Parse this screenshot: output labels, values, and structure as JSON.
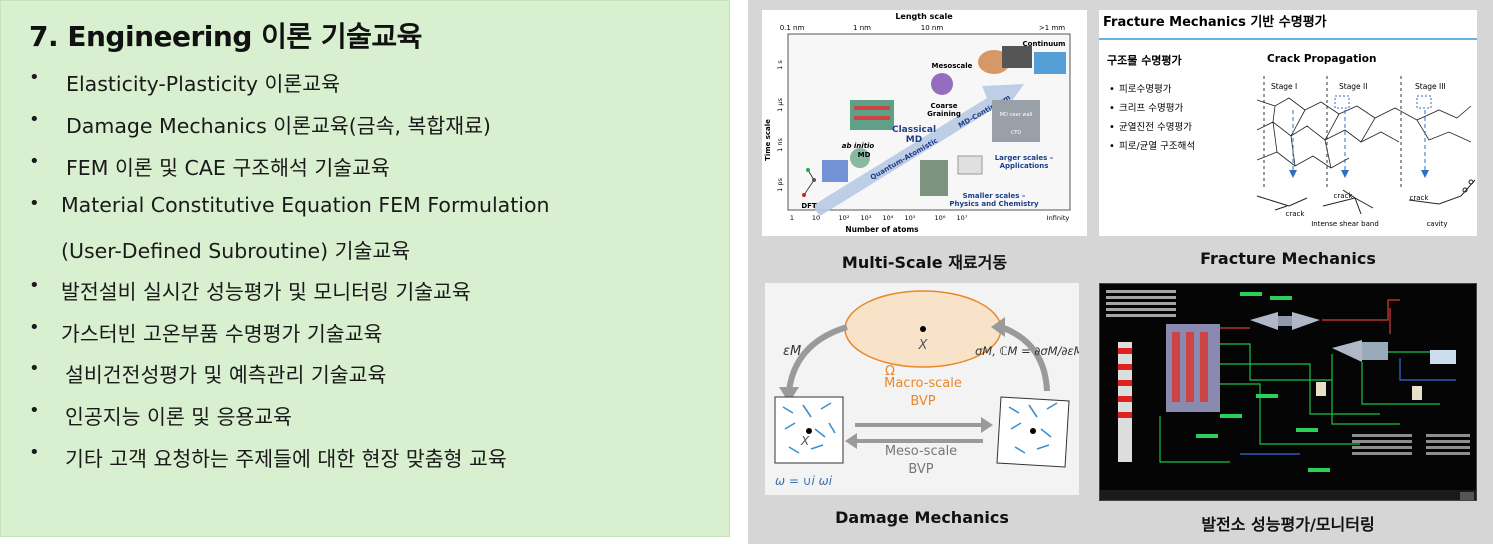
{
  "left": {
    "title": "7. Engineering 이론 기술교육",
    "bullet_symbol": "•",
    "items": [
      "Elasticity-Plasticity 이론교육",
      "Damage Mechanics 이론교육(금속, 복합재료)",
      "FEM 이론 및 CAE 구조해석 기술교육",
      "Material Constitutive Equation FEM Formulation",
      "(User-Defined Subroutine) 기술교육",
      "발전설비 실시간 성능평가 및 모니터링 기술교육",
      "가스터빈 고온부품 수명평가 기술교육",
      "설비건전성평가 및 예측관리 기술교육",
      "인공지능 이론 및 응용교육",
      "기타 고객 요청하는 주제들에 대한 현장 맞춤형 교육"
    ]
  },
  "figures": {
    "multiscale": {
      "caption": "Multi-Scale 재료거동",
      "length_scale_label": "Length scale",
      "length_ticks": [
        "0.1 nm",
        "1 nm",
        "10 nm",
        ">1 mm"
      ],
      "time_scale_label": "Time scale",
      "time_ticks": [
        "1 s",
        "1 μs",
        "1 ns",
        "1 ps"
      ],
      "atoms_label": "Number of atoms",
      "atoms_ticks": [
        "1",
        "10",
        "10²",
        "10³",
        "10⁴",
        "10⁵",
        "10⁶",
        "10⁷",
        "Infinity"
      ],
      "labels": {
        "continuum": "Continuum",
        "mesoscale": "Mesoscale",
        "coarse": "Coarse",
        "graining": "Graining",
        "classical": "Classical",
        "md": "MD",
        "md_continuum": "MD-Continuum",
        "ab_initio": "ab initio",
        "ab_md": "MD",
        "quantum": "Quantum-Atomistic",
        "dft": "DFT",
        "larger": "Larger scales –",
        "applications": "Applications",
        "smaller": "Smaller scales –",
        "physics": "Physics and Chemistry",
        "md_wall": "MD near wall",
        "cfd": "CFD"
      }
    },
    "fracture": {
      "caption": "Fracture Mechanics",
      "header": "Fracture Mechanics 기반 수명평가",
      "sub_title": "구조물 수명평가",
      "items": [
        "피로수명평가",
        "크리프 수명평가",
        "균열진전 수명평가",
        "피로/균열 구조해석"
      ],
      "crack_title": "Crack Propagation",
      "stages": [
        "Stage I",
        "Stage II",
        "Stage III"
      ],
      "bottom_labels": [
        "crack",
        "crack",
        "Intense shear band",
        "crack",
        "cavity"
      ]
    },
    "damage": {
      "caption": "Damage Mechanics",
      "omega_top": "Ω",
      "x_macro": "X",
      "eps": "εM",
      "sigma": "σM, ℂM = ∂σM/∂εM",
      "macro_l1": "Macro-scale",
      "macro_l2": "BVP",
      "meso_l1": "Meso-scale",
      "meso_l2": "BVP",
      "omega_union": "ω = ∪i ωi",
      "x_meso": "X"
    },
    "plant": {
      "caption": "발전소 성능평가/모니터링"
    }
  },
  "colors": {
    "left_bg": "#d8efd0",
    "right_bg": "#d6d6d6",
    "orange": "#e8882a",
    "blue": "#2f6fc0"
  }
}
